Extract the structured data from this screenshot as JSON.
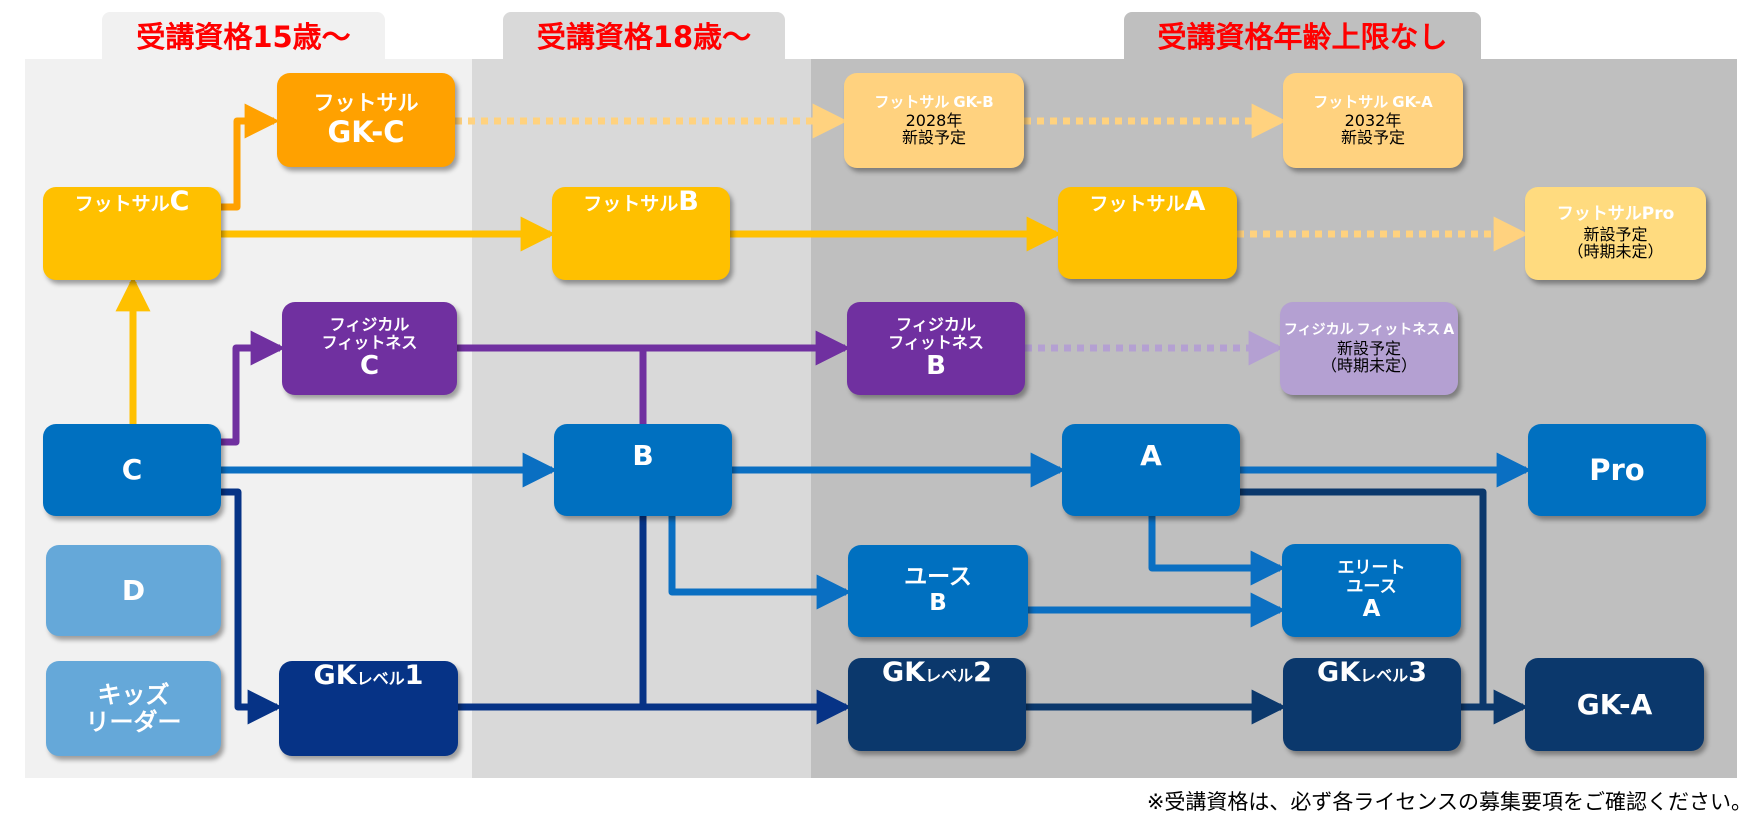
{
  "headers": {
    "age15": "受講資格15歳～",
    "age18": "受講資格18歳～",
    "no_limit": "受講資格年齢上限なし"
  },
  "boxes": {
    "futsal_gk_c": {
      "line1": "フットサル",
      "line2": "GK-C"
    },
    "futsal_gk_b": {
      "line1": "フットサル",
      "line2": "GK-B",
      "note1": "2028年",
      "note2": "新設予定"
    },
    "futsal_gk_a": {
      "line1": "フットサル",
      "line2": "GK-A",
      "note1": "2032年",
      "note2": "新設予定"
    },
    "futsal_c": {
      "prefix": "フットサル",
      "grade": "C"
    },
    "futsal_b": {
      "prefix": "フットサル",
      "grade": "B"
    },
    "futsal_a": {
      "prefix": "フットサル",
      "grade": "A"
    },
    "futsal_pro": {
      "label": "フットサルPro",
      "note1": "新設予定",
      "note2": "（時期未定）"
    },
    "physical_c": {
      "line1": "フィジカル",
      "line2": "フィットネス",
      "grade": "C"
    },
    "physical_b": {
      "line1": "フィジカル",
      "line2": "フィットネス",
      "grade": "B"
    },
    "physical_a": {
      "line1": "フィジカル",
      "line2": "フィットネス",
      "grade": "A",
      "note1": "新設予定",
      "note2": "（時期未定）"
    },
    "c": {
      "label": "C"
    },
    "b": {
      "label": "B"
    },
    "a": {
      "label": "A"
    },
    "pro": {
      "label": "Pro"
    },
    "d": {
      "label": "D"
    },
    "kids": {
      "line1": "キッズ",
      "line2": "リーダー"
    },
    "youth_b": {
      "line1": "ユース",
      "grade": "B"
    },
    "elite_youth_a": {
      "line1": "エリート",
      "line2": "ユース",
      "grade": "A"
    },
    "gk1": {
      "prefix": "GK",
      "level": "レベル",
      "num": "1"
    },
    "gk2": {
      "prefix": "GK",
      "level": "レベル",
      "num": "2"
    },
    "gk3": {
      "prefix": "GK",
      "level": "レベル",
      "num": "3"
    },
    "gk_a": {
      "label": "GK-A"
    }
  },
  "footer": {
    "note": "※受講資格は、必ず各ライセンスの募集要項をご確認ください。"
  },
  "colors": {
    "header_text": "#ff0000",
    "coach_blue": "#0070c0",
    "gk_navy": "#0b386c",
    "physical_purple": "#7030a0",
    "futsal_yellow": "#ffc000",
    "futsal_gk_orange": "#ffa100",
    "planned_yellow": "#ffd27f",
    "planned_purple": "#b4a0d2"
  }
}
